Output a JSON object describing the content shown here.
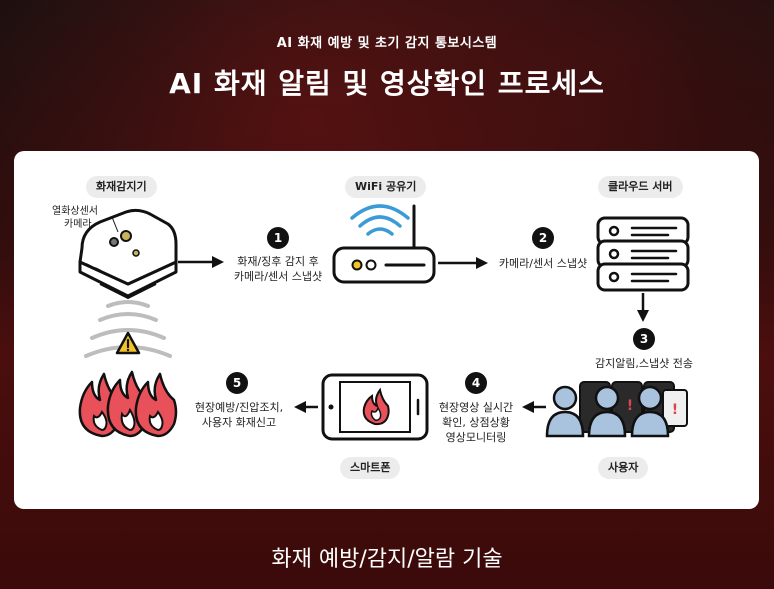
{
  "header": {
    "subtitle": "AI 화재 예방 및 초기 감지 통보시스템",
    "title": "AI 화재 알림 및 영상확인 프로세스"
  },
  "footer": {
    "text": "화재 예방/감지/알람 기술"
  },
  "devices": {
    "detector": "화재감지기",
    "wifi": "WiFi 공유기",
    "cloud": "클라우드 서버",
    "smartphone": "스마트폰",
    "user": "사용자"
  },
  "detector_callout": {
    "line1": "열화상센서",
    "line2": "카메라"
  },
  "steps": [
    {
      "num": "1",
      "line1": "화재/징후 감지 후",
      "line2": "카메라/센서 스냅샷"
    },
    {
      "num": "2",
      "line1": "카메라/센서 스냅샷"
    },
    {
      "num": "3",
      "line1": "감지알림,스냅샷 전송"
    },
    {
      "num": "4",
      "line1": "현장영상 실시간",
      "line2": "확인, 상점상황",
      "line3": "영상모니터링"
    },
    {
      "num": "5",
      "line1": "현장예방/진압조치,",
      "line2": "사용자 화재신고"
    }
  ],
  "colors": {
    "accent_red": "#e0444c",
    "flame_fill": "#e8505a",
    "user_blue": "#a9c3df",
    "warning_yellow": "#f3c32a"
  }
}
